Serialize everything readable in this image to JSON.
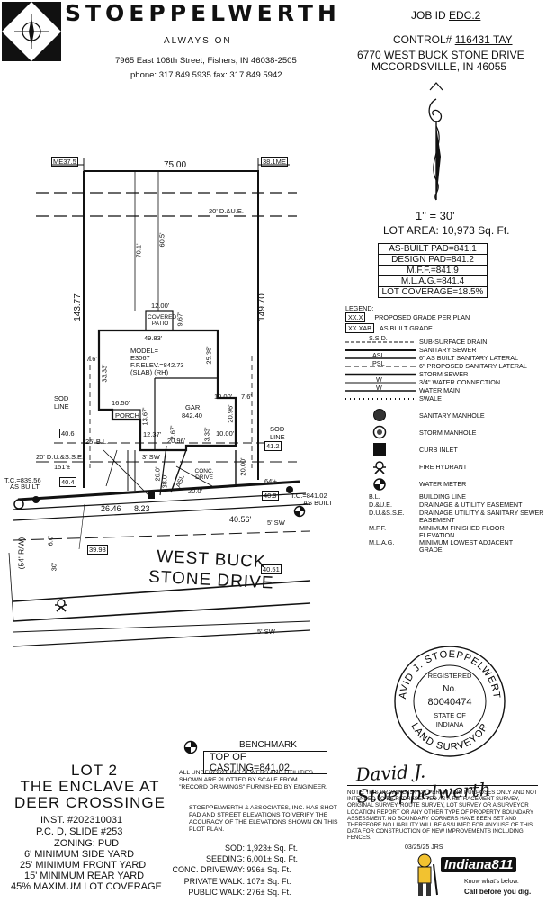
{
  "company": {
    "name": "STOEPPELWERTH",
    "tagline": "ALWAYS ON",
    "address": "7965 East 106th Street, Fishers, IN 46038-2505",
    "phone": "phone: 317.849.5935  fax: 317.849.5942"
  },
  "job": {
    "job_label": "JOB ID",
    "job_id": "EDC.2",
    "control_label": "CONTROL#",
    "control_value": "116431 TAY",
    "address1": "6770 WEST BUCK STONE DRIVE",
    "address2": "MCCORDSVILLE, IN 46055"
  },
  "scale": "1\" = 30'",
  "lot_area": "LOT AREA: 10,973 Sq. Ft.",
  "pads": [
    "AS-BUILT PAD=841.1",
    "DESIGN PAD=841.2",
    "M.F.F.=841.9",
    "M.L.A.G.=841.4",
    "LOT COVERAGE=18.5%"
  ],
  "legend": {
    "title": "LEGEND:",
    "proposed_code": "XX.X",
    "proposed_text": "PROPOSED GRADE PER PLAN",
    "asbuilt_code": "XX.XAB",
    "asbuilt_text": "AS BUILT GRADE",
    "lines": [
      {
        "sym": "S.S.D.",
        "text": "SUB-SURFACE DRAIN"
      },
      {
        "sym": "",
        "text": "SANITARY SEWER"
      },
      {
        "sym": "ASL",
        "text": "6\" AS BUILT SANITARY LATERAL"
      },
      {
        "sym": "PSL",
        "text": "6\" PROPOSED SANITARY LATERAL"
      },
      {
        "sym": "",
        "text": "STORM SEWER"
      },
      {
        "sym": "W",
        "text": "3/4\" WATER CONNECTION"
      },
      {
        "sym": "W",
        "text": "WATER MAIN"
      },
      {
        "sym": "",
        "text": "SWALE"
      }
    ],
    "symbols": [
      {
        "text": "SANITARY MANHOLE"
      },
      {
        "text": "STORM MANHOLE"
      },
      {
        "text": "CURB INLET"
      },
      {
        "text": "FIRE HYDRANT"
      },
      {
        "text": "WATER METER"
      }
    ],
    "abbrev": [
      {
        "abbr": "B.L.",
        "text": "BUILDING LINE"
      },
      {
        "abbr": "D.&U.E.",
        "text": "DRAINAGE & UTILITY EASEMENT"
      },
      {
        "abbr": "D.U.&S.S.E.",
        "text": "DRAINAGE UTILITY & SANITARY SEWER EASEMENT"
      },
      {
        "abbr": "M.F.F.",
        "text": "MINIMUM FINISHED FLOOR ELEVATION"
      },
      {
        "abbr": "M.L.A.G.",
        "text": "MINIMUM LOWEST ADJACENT GRADE"
      }
    ]
  },
  "plot": {
    "top_width": "75.00",
    "me_left": "ME37.5",
    "me_right": "38.1ME",
    "left_depth": "143.77",
    "right_depth": "149.70",
    "easement_top": "20' D.&U.E.",
    "dim_70_1": "70.1'",
    "dim_60_5": "60.5'",
    "patio_w": "12.00'",
    "patio_label": "COVERED PATIO",
    "patio_h": "9.67'",
    "house_w": "49.83'",
    "model": "MODEL=",
    "model_no": "E3067",
    "ffelev": "F.F.ELEV.=842.73",
    "slab": "(SLAB) (RH)",
    "dim_25_38": "25.38'",
    "dim_33_33": "33.33'",
    "dim_7_6_left": "7.6'",
    "dim_7_6_right": "7.6'",
    "dim_10_00_a": "10.00'",
    "dim_10_00_b": "10.00'",
    "gar_label": "GAR.",
    "gar_elev": "842.40",
    "dim_20_96_v": "20.96'",
    "dim_20_96_h": "20.96'",
    "dim_3_33": "3.33'",
    "dim_16_50": "16.50'",
    "porch": "PORCH",
    "dim_13_67": "13.67'",
    "dim_12_37": "12.37'",
    "dim_2_67": "2.67'",
    "bl_25": "25' B.L.",
    "sod_left": "SOD LINE",
    "sod_right": "SOD LINE",
    "grade_40_6": "40.6",
    "grade_41_2": "41.2",
    "grade_40_4": "40.4",
    "grade_40_9": "40.9",
    "grade_39_93": "39.93",
    "grade_40_51": "40.51",
    "dusse": "20' D.U.&S.S.E.",
    "dim_151": "151'±",
    "dim_3sw": "3' SW",
    "dim_26_0": "26.0'",
    "dim_38_0": "38.0'",
    "asl": "ASL",
    "conc_drive": "CONC. DRIVE",
    "dim_20_0_h": "20.0'",
    "dim_20_00_v": "20.00'",
    "dim_64": "64'±",
    "tc_left": "T.C.=839.56",
    "tc_left_ab": "AS BUILT",
    "tc_right": "T.C.=841.02",
    "tc_right_ab": "AS BUILT",
    "dim_26_46": "26.46",
    "dim_8_23": "8.23",
    "dim_40_56": "40.56'",
    "sw5_a": "5' SW",
    "sw5_b": "5' SW",
    "rw": "(54' R/W)",
    "dim_6_0": "6.0'",
    "dim_30": "30'",
    "street1": "WEST BUCK",
    "street2": "STONE DRIVE"
  },
  "seal": {
    "name": "DAVID J. STOEPPELWERTH",
    "registered": "REGISTERED",
    "no": "No.",
    "number": "80040474",
    "state_of": "STATE OF",
    "state": "INDIANA",
    "bottom": "LAND SURVEYOR"
  },
  "benchmark": {
    "title": "BENCHMARK",
    "value": "TOP OF CASTING=841.02"
  },
  "notes": {
    "underground": "ALL UNDERGROUND SEWERS AND UTILITIES SHOWN ARE PLOTTED BY SCALE FROM \"RECORD DRAWINGS\" FURNISHED BY ENGINEER.",
    "elevations": "STOEPPELWERTH & ASSOCIATES, INC. HAS SHOT PAD AND STREET ELEVATIONS TO VERIFY THE ACCURACY OF THE ELEVATIONS SHOWN ON THIS PLOT PLAN.",
    "disclaimer": "NOTE: THIS DRAWING IS FOR PERMITTING PURPOSES ONLY AND NOT INTENDED TO BE REPRESENTED AS A RETRACEMENT SURVEY, ORIGINAL SURVEY, ROUTE SURVEY, LOT SURVEY OR A SURVEYOR LOCATION REPORT OR ANY OTHER TYPE OF PROPERTY BOUNDARY ASSESSMENT. NO BOUNDARY CORNERS HAVE BEEN SET AND THEREFORE NO LIABILITY WILL BE ASSUMED FOR ANY USE OF THIS DATA FOR CONSTRUCTION OF NEW IMPROVEMENTS INCLUDING FENCES.",
    "date": "03/25/25 JRS"
  },
  "signature": "David J. Stoeppelwerth",
  "lot": {
    "line1": "LOT 2",
    "line2": "THE ENCLAVE AT",
    "line3": "DEER CROSSINGE",
    "inst": "INST. #202310031",
    "pc": "P.C. D, SLIDE #253",
    "zoning": "ZONING: PUD",
    "side": "6' MINIMUM SIDE YARD",
    "front": "25' MINIMUM FRONT YARD",
    "rear": "15' MINIMUM REAR YARD",
    "coverage": "45% MAXIMUM LOT COVERAGE"
  },
  "areas": [
    {
      "label": "SOD:",
      "value": "1,923± Sq. Ft."
    },
    {
      "label": "SEEDING:",
      "value": "6,001± Sq. Ft."
    },
    {
      "label": "CONC. DRIVEWAY:",
      "value": "996± Sq. Ft."
    },
    {
      "label": "PRIVATE WALK:",
      "value": "107± Sq. Ft."
    },
    {
      "label": "PUBLIC WALK:",
      "value": "276± Sq. Ft."
    }
  ],
  "indiana811": {
    "brand": "Indiana811",
    "tag1": "Know what's below.",
    "tag2": "Call before you dig."
  }
}
